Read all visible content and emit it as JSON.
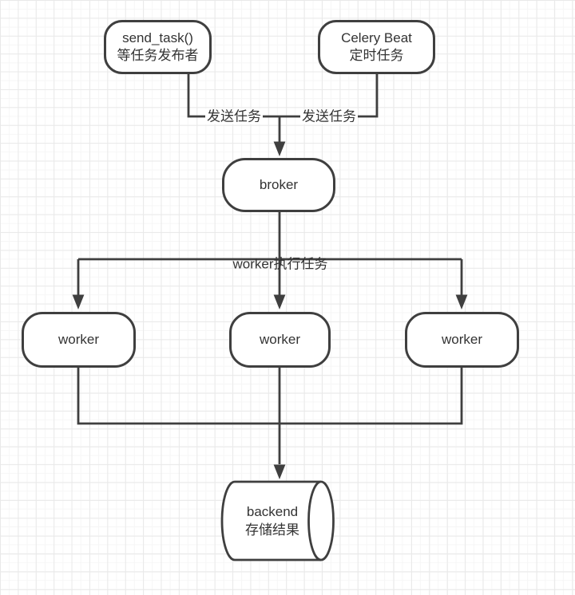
{
  "nodes": {
    "publisher": {
      "line1": "send_task()",
      "line2": "等任务发布者"
    },
    "beat": {
      "line1": "Celery Beat",
      "line2": "定时任务"
    },
    "broker": {
      "label": "broker"
    },
    "worker1": {
      "label": "worker"
    },
    "worker2": {
      "label": "worker"
    },
    "worker3": {
      "label": "worker"
    },
    "backend": {
      "line1": "backend",
      "line2": "存储结果"
    }
  },
  "edge_labels": {
    "send_left": "发送任务",
    "send_right": "发送任务",
    "worker_exec": "worker执行任务"
  },
  "colors": {
    "stroke": "#3f3f3f",
    "text": "#333333",
    "fill": "#ffffff",
    "grid_major": "#e9e9e9",
    "grid_minor": "#f6f6f6"
  }
}
